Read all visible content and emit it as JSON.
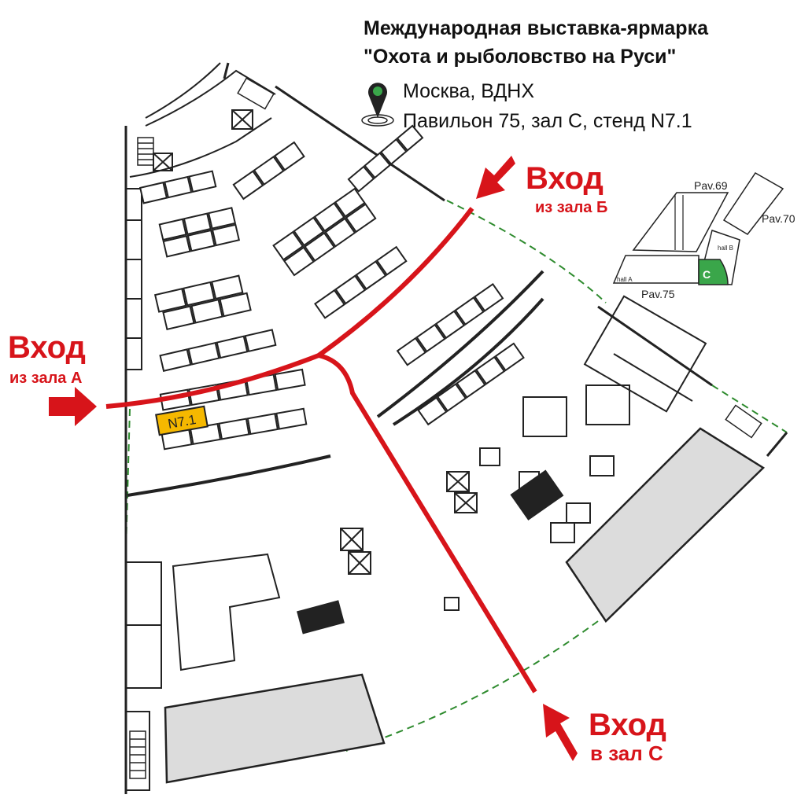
{
  "header": {
    "title_line1": "Международная выставка-ярмарка",
    "title_line2": "\"Охота и рыболовство на Руси\"",
    "location_city": "Москва, ВДНХ",
    "location_stand": "Павильон 75, зал С, стенд N7.1"
  },
  "entrances": {
    "b_main": "Вход",
    "b_sub": "из зала Б",
    "a_main": "Вход",
    "a_sub": "из зала А",
    "c_main": "Вход",
    "c_sub": "в зал С"
  },
  "stand": {
    "label": "N7.1",
    "color": "#f5b800"
  },
  "mini_map": {
    "pav69": "Pav.69",
    "pav70": "Pav.70",
    "pav75": "Pav.75",
    "hall_a": "hall A",
    "hall_b": "hall B",
    "hall_c": "C"
  },
  "colors": {
    "route": "#d7141a",
    "boundary": "#2e8b2e",
    "walls": "#222222",
    "hall_c": "#3aa64a",
    "pin": "#3aa64a"
  },
  "icons": [
    "location-pin-icon",
    "arrow-icon"
  ]
}
